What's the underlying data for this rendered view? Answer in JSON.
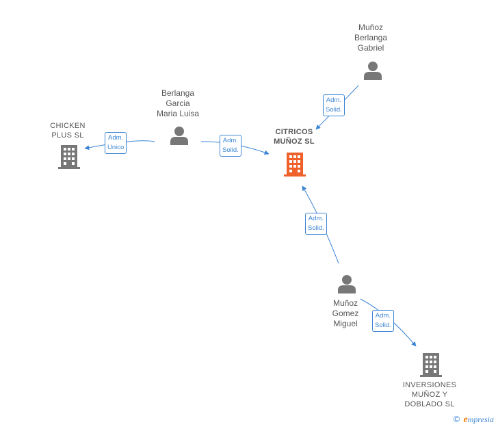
{
  "colors": {
    "edge": "#3a84d4",
    "person_icon": "#777777",
    "company_icon": "#777777",
    "main_company_icon": "#f0602a"
  },
  "nodes": {
    "berlanga": {
      "label": [
        "Berlanga",
        "Garcia",
        "Maria Luisa"
      ],
      "icon": "person-icon"
    },
    "munoz_berlanga": {
      "label": [
        "Muñoz",
        "Berlanga",
        "Gabriel"
      ],
      "icon": "person-icon"
    },
    "munoz_gomez": {
      "label": [
        "Muñoz",
        "Gomez",
        "Miguel"
      ],
      "icon": "person-icon"
    },
    "citricos": {
      "label": [
        "CITRICOS",
        "MUÑOZ  SL"
      ],
      "icon": "building-icon"
    },
    "chicken": {
      "label": [
        "CHICKEN",
        "PLUS  SL"
      ],
      "icon": "building-icon"
    },
    "inversiones": {
      "label": [
        "INVERSIONES",
        "MUÑOZ Y",
        "DOBLADO  SL"
      ],
      "icon": "building-icon"
    }
  },
  "edges": {
    "berlanga_chicken": [
      "Adm.",
      "Unico"
    ],
    "berlanga_citricos": [
      "Adm.",
      "Solid."
    ],
    "munozb_citricos": [
      "Adm.",
      "Solid."
    ],
    "munozg_citricos": [
      "Adm.",
      "Solid."
    ],
    "munozg_inversiones": [
      "Adm.",
      "Solid."
    ]
  },
  "brand": {
    "copyright": "©",
    "initial": "e",
    "rest": "mpresia"
  }
}
